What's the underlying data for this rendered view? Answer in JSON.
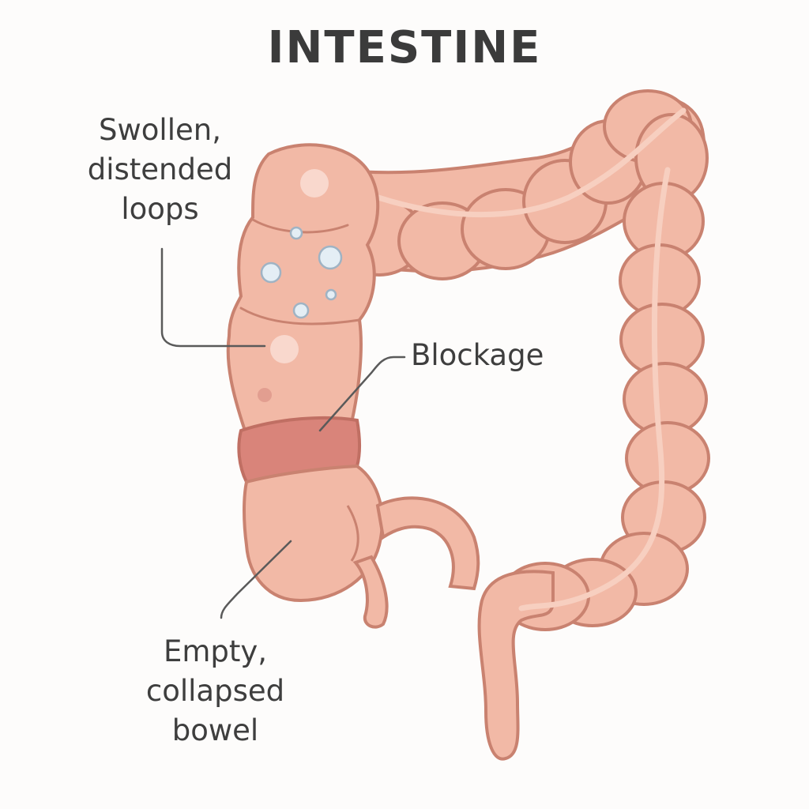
{
  "title": "INTESTINE",
  "labels": {
    "swollen": [
      "Swollen,",
      "distended",
      "loops"
    ],
    "blockage": "Blockage",
    "empty": [
      "Empty,",
      "collapsed",
      "bowel"
    ]
  },
  "colors": {
    "bowel_fill": "#f2b9a6",
    "bowel_outline": "#c98270",
    "blockage_band": "#d9847a",
    "stripe": "#f7cfc0",
    "bubble": "#e4eef5",
    "bubble_outline": "#9fb3c4",
    "leader_line": "#5a5a5a",
    "text": "#3e3e3e"
  }
}
